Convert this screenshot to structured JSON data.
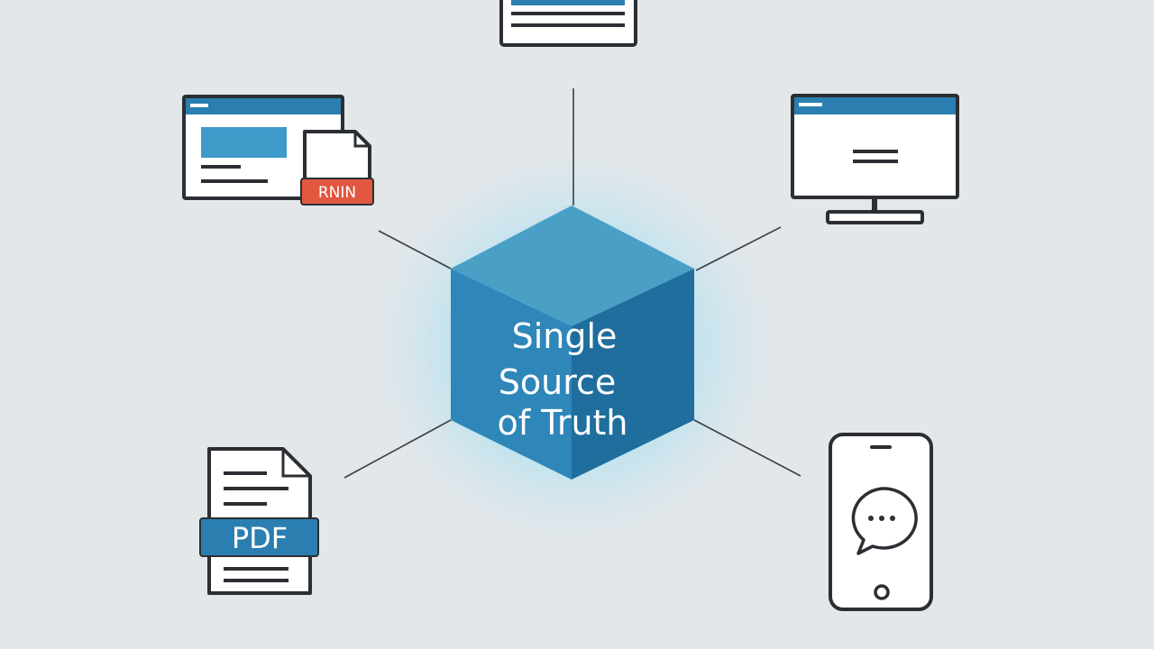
{
  "center": {
    "line1": "Single",
    "line2": "Source",
    "line3": "of Truth"
  },
  "nodes": {
    "web_page_with_file": {
      "badge": "RNIN"
    },
    "pdf_document": {
      "badge": "PDF"
    }
  },
  "colors": {
    "background": "#e4e7ea",
    "cube_top": "#4a9fc7",
    "cube_left": "#2f86b8",
    "cube_right": "#1f6e9d",
    "glow": "#56d3f5",
    "accent_blue": "#2a7fb0",
    "badge_red": "#e25740",
    "outline": "#2b2f33"
  }
}
